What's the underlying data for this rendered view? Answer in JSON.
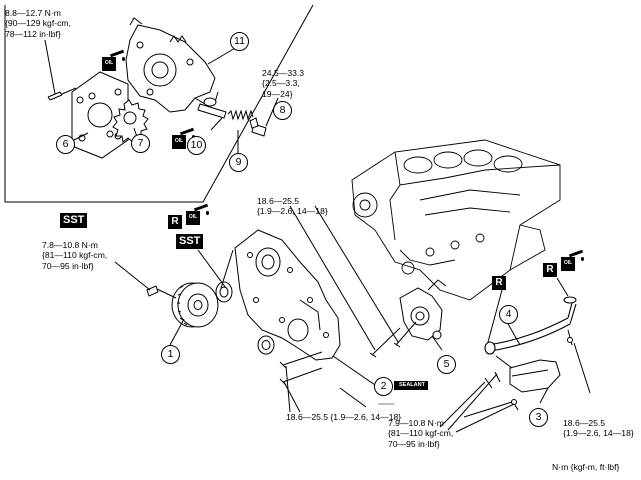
{
  "torque_specs": {
    "pump_cover_bolt": [
      "8.8—12.7 N·m",
      "{90—129 kgf-cm,",
      "78—112 in·lbf}"
    ],
    "relief_plug": [
      "24.5—33.3",
      "{2.5—3.3,",
      "19—24}"
    ],
    "pump_mount_bolts": [
      "18.6—25.5",
      "{1.9—2.6, 14—18}"
    ],
    "pulley_bolt": [
      "7.8—10.8 N·m",
      "{81—110 kgf-cm,",
      "70—95 in·lbf}"
    ],
    "front_cover_bolts": "18.6—25.5 {1.9—2.6, 14—18}",
    "strainer_bolts": [
      "7.9—10.8 N·m",
      "{81—110 kgf-cm,",
      "70—95 in·lbf}"
    ],
    "pipe_bolt": [
      "18.6—25.5",
      "{1.9—2.6, 14—18}"
    ]
  },
  "units_note": "N·m {kgf-m, ft·lbf}",
  "sst_labels": [
    "SST",
    "SST"
  ],
  "replace_labels": [
    "R",
    "R",
    "R"
  ],
  "oil_icon_text": "OIL",
  "sealant_label": "SEALANT",
  "callouts": [
    "1",
    "2",
    "3",
    "4",
    "5",
    "6",
    "7",
    "8",
    "9",
    "10",
    "11"
  ]
}
